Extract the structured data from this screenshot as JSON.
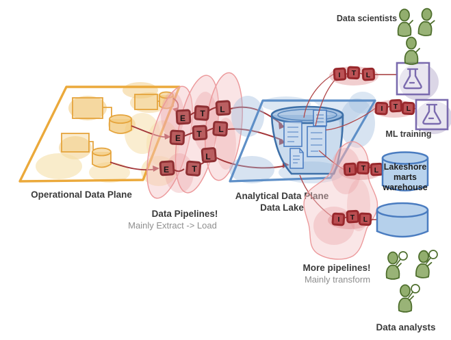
{
  "diagram": {
    "operational_plane": {
      "label": "Operational Data Plane"
    },
    "left_pipelines": {
      "title": "Data Pipelines!",
      "subtitle": "Mainly Extract -> Load",
      "steps": [
        "E",
        "T",
        "L"
      ]
    },
    "analytical_plane": {
      "label_line1": "Analytical Data Plane",
      "label_line2": "Data Lake"
    },
    "right_pipelines": {
      "steps": [
        "I",
        "T",
        "L"
      ]
    },
    "more_pipelines": {
      "title": "More pipelines!",
      "subtitle": "Mainly transform"
    },
    "ml_training": {
      "label": "ML training"
    },
    "warehouse": {
      "line1": "Lakeshore",
      "line2": "marts",
      "line3": "warehouse"
    },
    "actors": {
      "scientists_label": "Data scientists",
      "analysts_label": "Data analysts"
    }
  },
  "colors": {
    "operational_yellow": "#EBA93B",
    "pipeline_box_fill": "#B25153",
    "pipeline_box_stroke": "#8E2F33",
    "pink_blob": "#EC9A9C",
    "analytical_blue": "#5E8FC7",
    "lake_blue": "#3E70A8",
    "ml_purple": "#7A6AAE",
    "people_green": "#4F7030",
    "arrow_red": "#A33639",
    "text_dark": "#3A3A3A",
    "text_gray": "#8E8E8E"
  }
}
